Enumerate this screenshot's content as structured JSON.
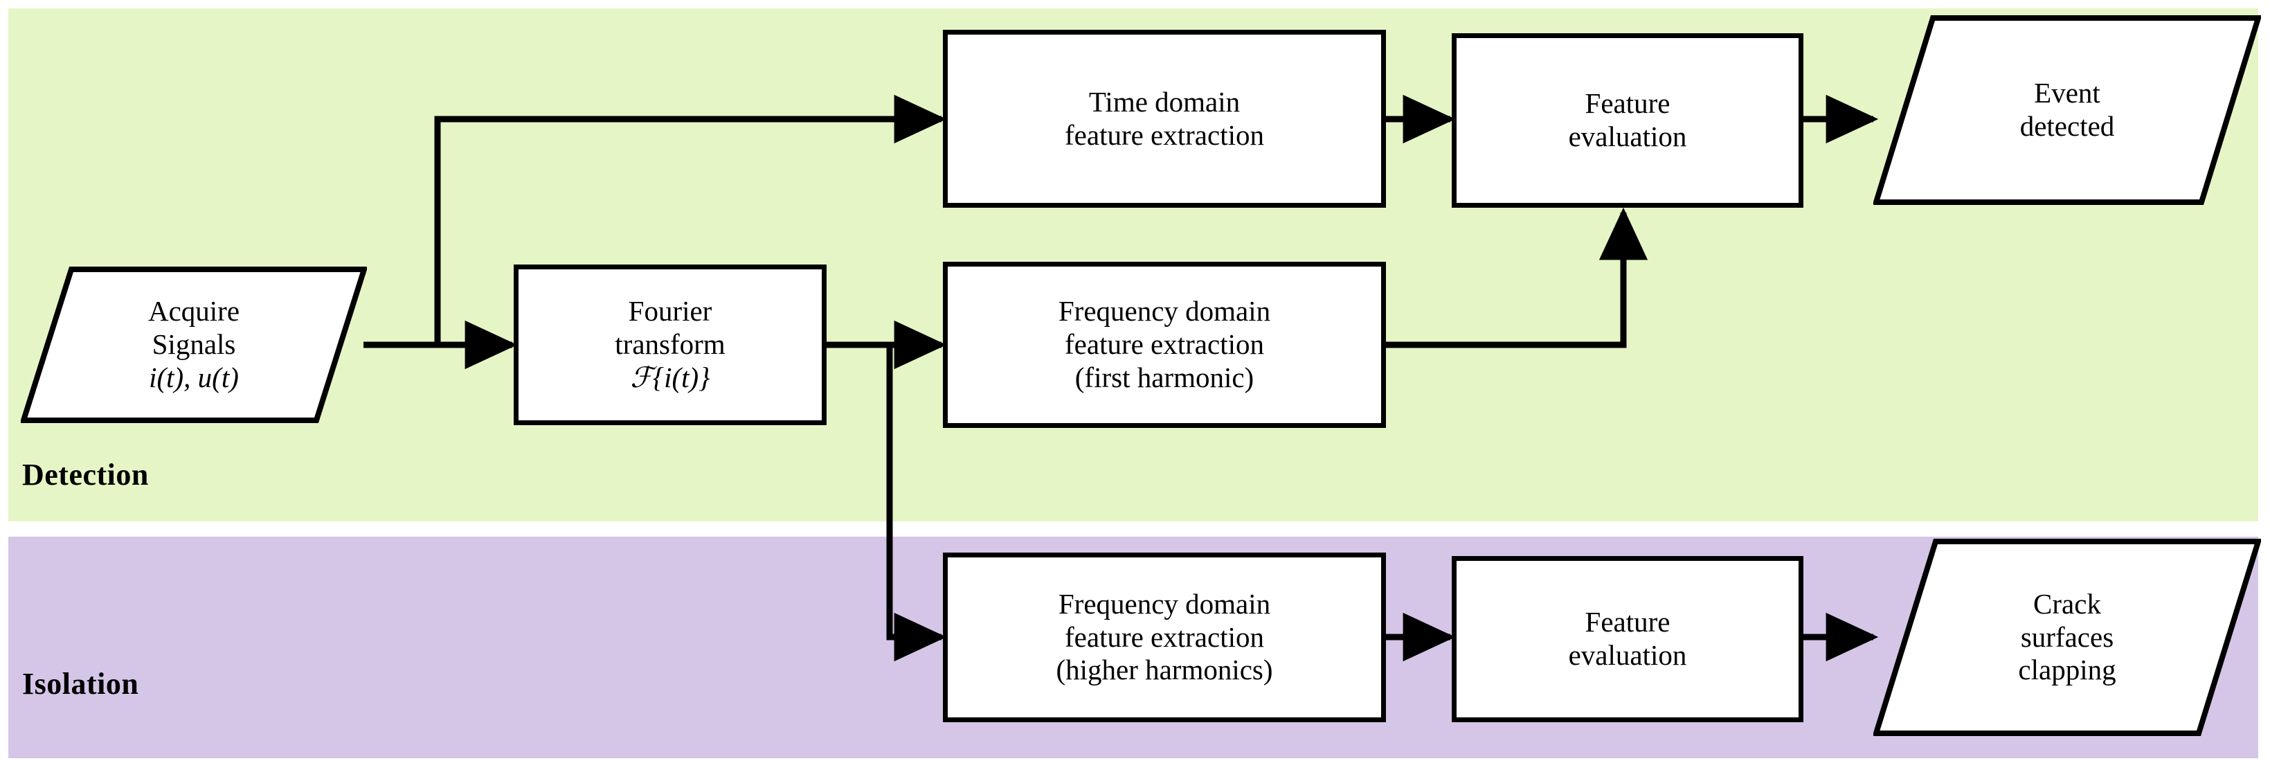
{
  "bands": {
    "detection": {
      "label": "Detection",
      "color": "#e6f5c6"
    },
    "isolation": {
      "label": "Isolation",
      "color": "#d5c6e8"
    }
  },
  "nodes": {
    "acquire_signals": {
      "shape": "parallelogram",
      "line1": "Acquire",
      "line2": "Signals",
      "line3": "i(t), u(t)"
    },
    "fourier_transform": {
      "shape": "process",
      "line1": "Fourier",
      "line2": "transform",
      "line3": "ℱ{i(t)}"
    },
    "time_domain_feature_extraction": {
      "shape": "process",
      "line1": "Time domain",
      "line2": "feature extraction"
    },
    "freq_domain_first_harmonic": {
      "shape": "process",
      "line1": "Frequency domain",
      "line2": "feature extraction",
      "line3": "(first harmonic)"
    },
    "feature_evaluation_detection": {
      "shape": "process",
      "line1": "Feature",
      "line2": "evaluation"
    },
    "event_detected": {
      "shape": "parallelogram",
      "line1": "Event",
      "line2": "detected"
    },
    "freq_domain_higher_harmonics": {
      "shape": "process",
      "line1": "Frequency domain",
      "line2": "feature extraction",
      "line3": "(higher harmonics)"
    },
    "feature_evaluation_isolation": {
      "shape": "process",
      "line1": "Feature",
      "line2": "evaluation"
    },
    "crack_surfaces_clapping": {
      "shape": "parallelogram",
      "line1": "Crack",
      "line2": "surfaces",
      "line3": "clapping"
    }
  },
  "colors": {
    "stroke": "#000000",
    "node_fill": "#ffffff",
    "page_background": "#ffffff"
  }
}
